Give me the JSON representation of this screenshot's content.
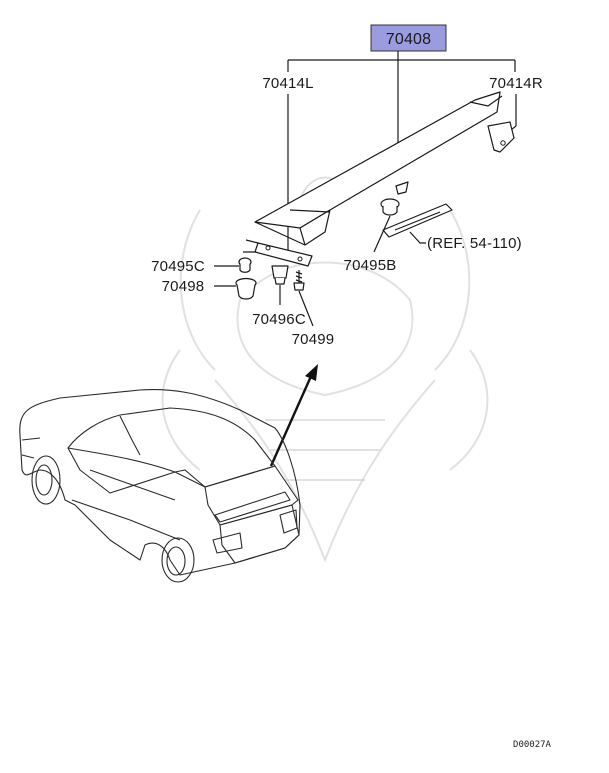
{
  "diagram": {
    "main_part": "70408",
    "main_part_highlight_color": "#9999dd",
    "labels": {
      "spoiler_left": "70414L",
      "spoiler_right": "70414R",
      "clip_c": "70495C",
      "grommet": "70498",
      "clip_b": "70495B",
      "bracket_c": "70496C",
      "screw": "70499",
      "reference": "(REF. 54-110)"
    },
    "drawing_code": "D00027A",
    "watermark": "samurai-helmet-logo"
  }
}
